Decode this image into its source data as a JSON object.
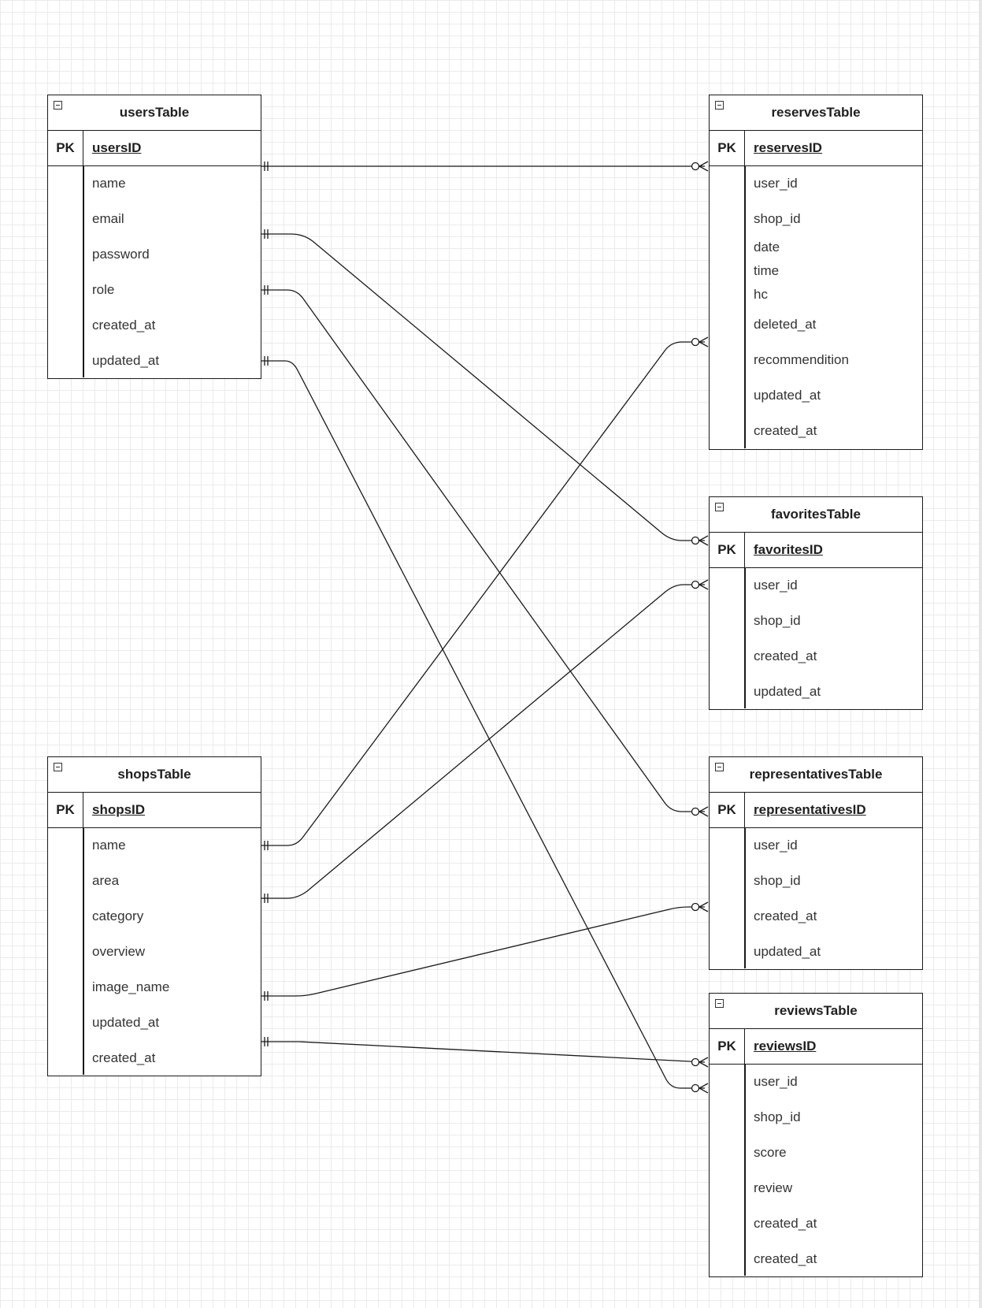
{
  "tables": {
    "users": {
      "title": "usersTable",
      "pk_label": "PK",
      "pk": "usersID",
      "fields": [
        "name",
        "email",
        "password",
        "role",
        "created_at",
        "updated_at"
      ]
    },
    "reserves": {
      "title": "reservesTable",
      "pk_label": "PK",
      "pk": "reservesID",
      "fields": [
        "user_id",
        "shop_id",
        "date",
        "time",
        "hc",
        "deleted_at",
        "recommendition",
        "updated_at",
        "created_at"
      ]
    },
    "favorites": {
      "title": "favoritesTable",
      "pk_label": "PK",
      "pk": "favoritesID",
      "fields": [
        "user_id",
        "shop_id",
        "created_at",
        "updated_at"
      ]
    },
    "shops": {
      "title": "shopsTable",
      "pk_label": "PK",
      "pk": "shopsID",
      "fields": [
        "name",
        "area",
        "category",
        "overview",
        "image_name",
        "updated_at",
        "created_at"
      ]
    },
    "representatives": {
      "title": "representativesTable",
      "pk_label": "PK",
      "pk": "representativesID",
      "fields": [
        "user_id",
        "shop_id",
        "created_at",
        "updated_at"
      ]
    },
    "reviews": {
      "title": "reviewsTable",
      "pk_label": "PK",
      "pk": "reviewsID",
      "fields": [
        "user_id",
        "shop_id",
        "score",
        "review",
        "created_at",
        "created_at"
      ]
    }
  },
  "relationships": [
    {
      "from": "usersTable",
      "to": "reservesTable",
      "from_end": "one-and-only-one",
      "to_end": "zero-or-many"
    },
    {
      "from": "usersTable",
      "to": "favoritesTable",
      "from_end": "one-and-only-one",
      "to_end": "zero-or-many"
    },
    {
      "from": "usersTable",
      "to": "representativesTable",
      "from_end": "one-and-only-one",
      "to_end": "zero-or-many"
    },
    {
      "from": "usersTable",
      "to": "reviewsTable",
      "from_end": "one-and-only-one",
      "to_end": "zero-or-many"
    },
    {
      "from": "shopsTable",
      "to": "reservesTable",
      "from_end": "one-and-only-one",
      "to_end": "zero-or-many"
    },
    {
      "from": "shopsTable",
      "to": "favoritesTable",
      "from_end": "one-and-only-one",
      "to_end": "zero-or-many"
    },
    {
      "from": "shopsTable",
      "to": "representativesTable",
      "from_end": "one-and-only-one",
      "to_end": "zero-or-many"
    },
    {
      "from": "shopsTable",
      "to": "reviewsTable",
      "from_end": "one-and-only-one",
      "to_end": "zero-or-many"
    }
  ]
}
